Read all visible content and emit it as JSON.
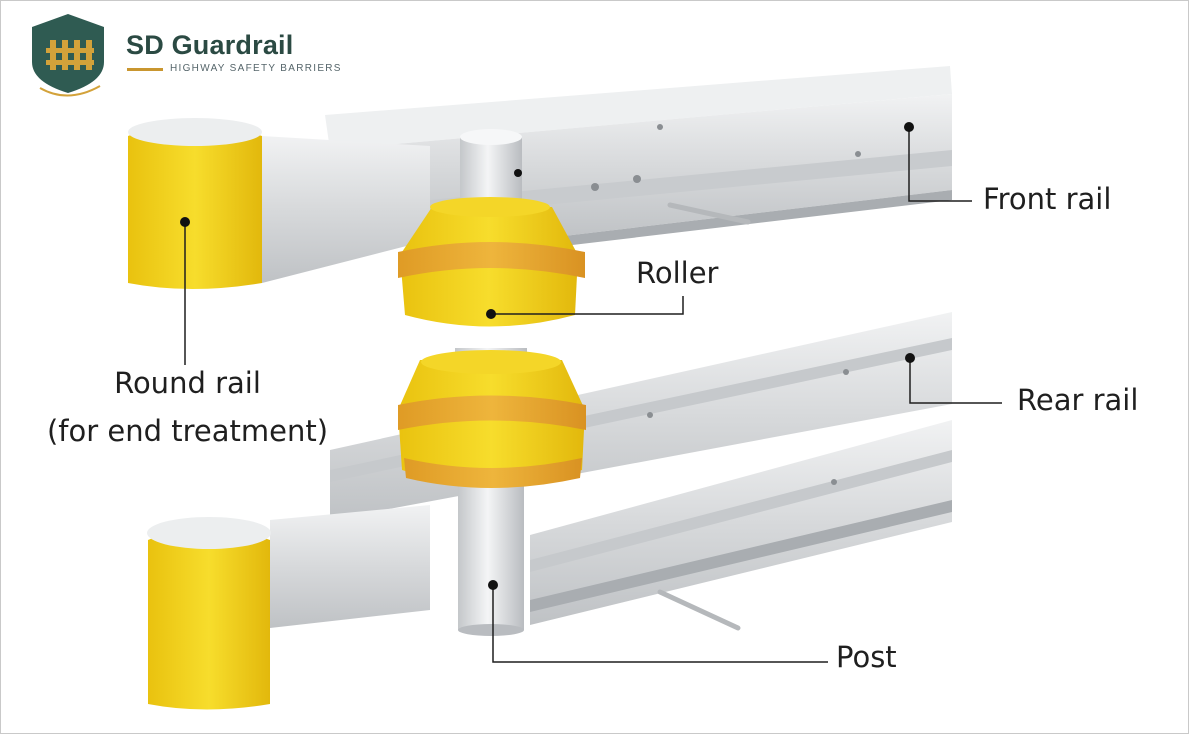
{
  "brand": {
    "name": "SD Guardrail",
    "tagline": "HIGHWAY SAFETY BARRIERS",
    "logo_icon": "shield-fence-icon",
    "colors": {
      "shield": "#2f5b52",
      "accent": "#c9962f"
    }
  },
  "diagram": {
    "labels": {
      "front_rail": "Front rail",
      "roller": "Roller",
      "rear_rail": "Rear rail",
      "post": "Post",
      "round_rail_line1": "Round rail",
      "round_rail_line2": "(for end treatment)"
    },
    "colors": {
      "roller_yellow": "#f2d31b",
      "roller_band": "#e8a92c",
      "rail_steel": "#d6d8da"
    }
  }
}
